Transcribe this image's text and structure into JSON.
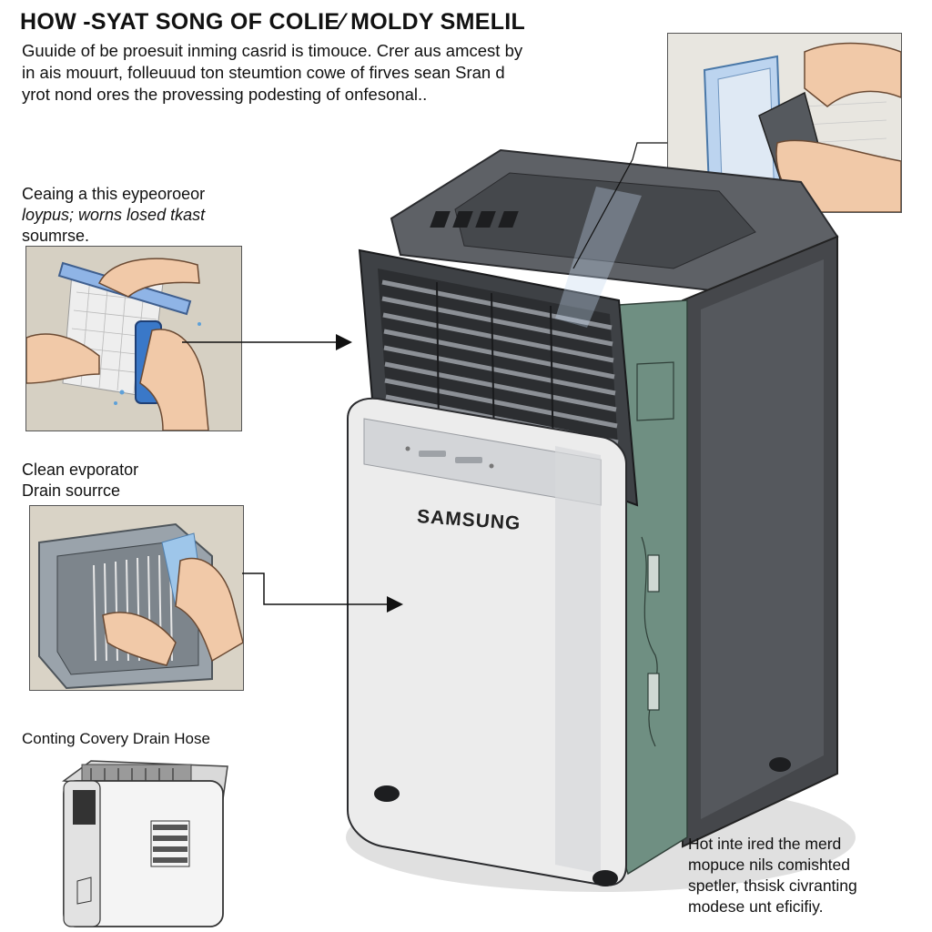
{
  "header": {
    "title": "HOW -SYAT SONG OF COLIE⁄ MOLDY SMELIL",
    "intro_lines": [
      "Guuide of be proesuit inming casrid is timouce. Crer aus amcest by",
      "in ais mouurt, folleuuud ton steumtion cowe of firves sean Sran d",
      "yrot nond ores the provessing podesting of onfesonal.."
    ]
  },
  "steps": [
    {
      "lines": [
        "Ceaing a this eypeoroeor",
        "loypus; worns losed tkast",
        "soumrse."
      ]
    },
    {
      "lines": [
        "Clean evporator",
        "Drain sourrce"
      ]
    },
    {
      "lines": [
        "Conting Covery Drain Hose"
      ]
    }
  ],
  "brand": {
    "logo_text": "SAMSUNG"
  },
  "footer_note": {
    "lines": [
      "Hot inte ired the merd",
      "mopuce nils comishted",
      "spetler, thsisk civranting",
      "modese unt eficifiy."
    ]
  },
  "colors": {
    "unit_dark": "#4a4c50",
    "unit_body": "#ececec",
    "evaporator_green": "#6f8f82",
    "panel_bg": "#d8d2c6",
    "filter_blue": "#3a78c8"
  },
  "icons": [
    "arrow-right-icon",
    "samsung-logo"
  ]
}
